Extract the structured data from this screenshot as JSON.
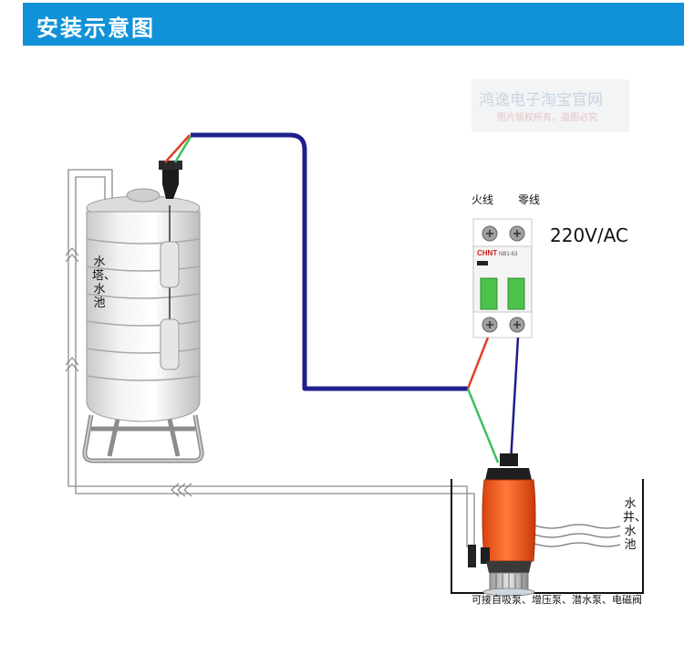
{
  "header": {
    "title": "安装示意图"
  },
  "watermark": {
    "main": "鸿逸电子淘宝官网",
    "sub": "图片版权所有，盗图必究"
  },
  "breaker": {
    "live_label": "火线",
    "neutral_label": "零线",
    "brand": "CHNT",
    "model": "NB1-63",
    "voltage": "220V/AC"
  },
  "tank": {
    "label": "水塔、水池"
  },
  "well": {
    "label": "水井、水池"
  },
  "note": "可接自吸泵、增压泵、潜水泵、电磁阀",
  "colors": {
    "header": "#1192d8",
    "cable": "#1f1f8c",
    "live": "#e0402a",
    "earth": "#3cc060",
    "pump": "#f05a1e"
  }
}
